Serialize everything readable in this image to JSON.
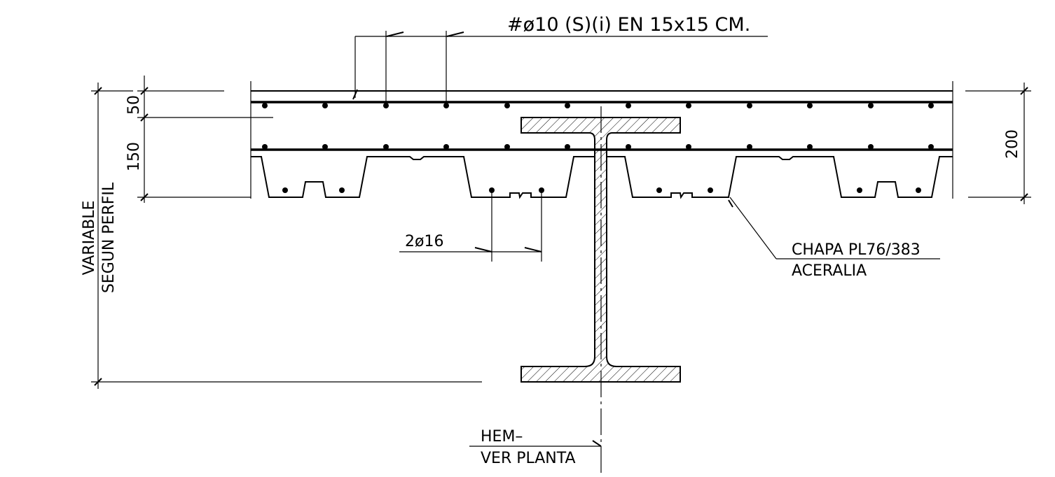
{
  "labels": {
    "top_mesh": "#ø10 (S)(i) EN 15x15 CM.",
    "dim_top": "50",
    "dim_slab": "150",
    "dim_total": "200",
    "variable": "VARIABLE",
    "segun_perfil": "SEGUN PERFIL",
    "rebar_bottom": "2ø16",
    "deck_line1": "CHAPA PL76/383",
    "deck_line2": "ACERALIA",
    "beam_line1": "HEM–",
    "beam_line2": "VER PLANTA"
  }
}
